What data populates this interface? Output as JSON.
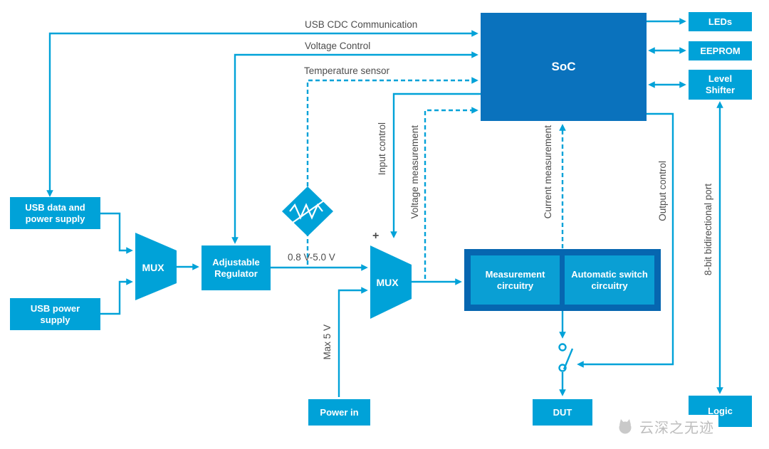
{
  "diagram": {
    "type": "block-diagram",
    "watermark": "云深之无迹"
  },
  "colors": {
    "accent_cyan": "#00a2d8",
    "soc_blue": "#0a72bd",
    "frame_blue": "#0666b0",
    "label_gray": "#4d4d4d"
  },
  "blocks": {
    "soc": {
      "label": "SoC"
    },
    "leds": {
      "label": "LEDs"
    },
    "eeprom": {
      "label": "EEPROM"
    },
    "level_shifter": {
      "label": "Level Shifter"
    },
    "logic": {
      "label": "Logic"
    },
    "usb_data": {
      "label": "USB data and power supply"
    },
    "usb_power": {
      "label": "USB power supply"
    },
    "mux1": {
      "label": "MUX"
    },
    "mux2": {
      "label": "MUX"
    },
    "regulator": {
      "label": "Adjustable Regulator"
    },
    "power_in": {
      "label": "Power in"
    },
    "dut": {
      "label": "DUT"
    },
    "measurement": {
      "label": "Measurement circuitry"
    },
    "auto_switch": {
      "label": "Automatic switch circuitry"
    }
  },
  "labels": {
    "usb_cdc": "USB CDC Communication",
    "voltage_control": "Voltage Control",
    "temperature_sensor": "Temperature sensor",
    "input_control": "Input control",
    "voltage_measurement": "Voltage measurement",
    "current_measurement": "Current measurement",
    "output_control": "Output control",
    "bidirectional_port": "8-bit bidirectional port",
    "regulator_range": "0.8 V-5.0 V",
    "max_input": "Max 5 V",
    "plus": "+"
  }
}
